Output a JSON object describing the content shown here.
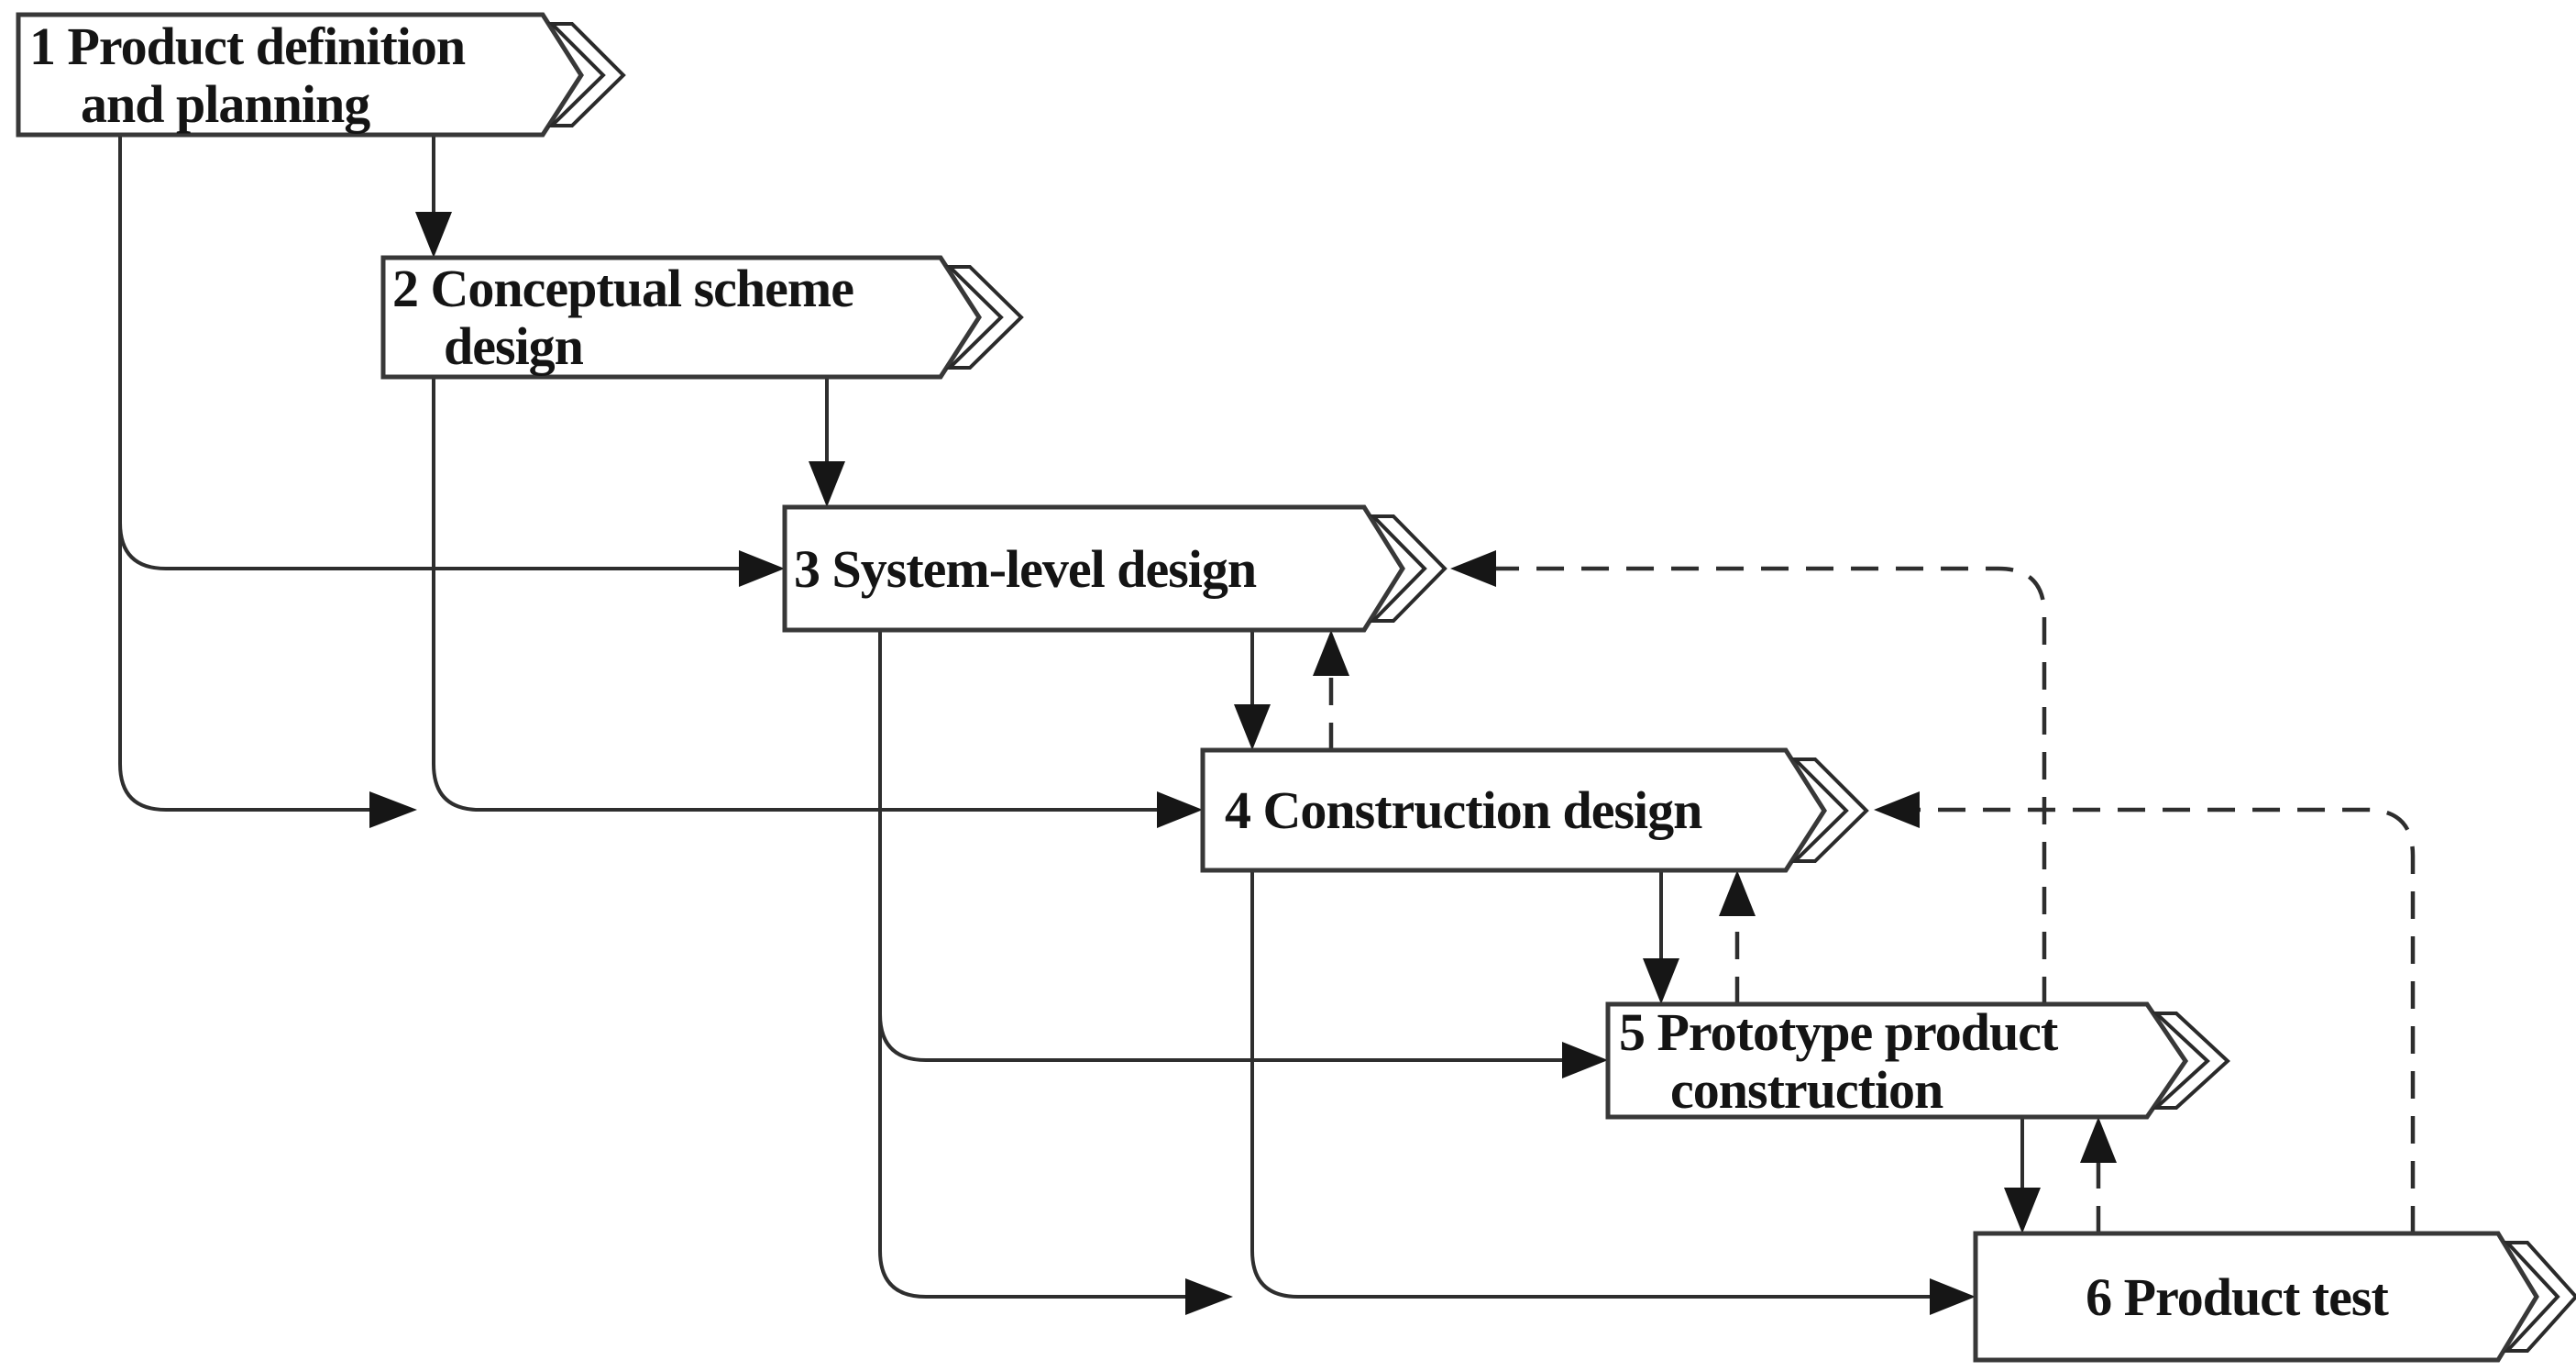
{
  "diagram_type": "process-flowchart",
  "background": "#ffffff",
  "colors": {
    "line": "#2e2e2e",
    "arrow_fill": "#161616",
    "box_border": "#383838",
    "box_fill": "#ffffff",
    "text": "#141414"
  },
  "nodes": [
    {
      "id": "1",
      "line1": "1 Product definition",
      "line2": "and planning"
    },
    {
      "id": "2",
      "line1": "2 Conceptual scheme",
      "line2": "design"
    },
    {
      "id": "3",
      "line1": "3 System-level design",
      "line2": ""
    },
    {
      "id": "4",
      "line1": "4 Construction design",
      "line2": ""
    },
    {
      "id": "5",
      "line1": "5 Prototype product",
      "line2": "construction"
    },
    {
      "id": "6",
      "line1": "6 Product test",
      "line2": ""
    }
  ],
  "edges": [
    {
      "from": "1",
      "to": "2",
      "style": "solid"
    },
    {
      "from": "2",
      "to": "3",
      "style": "solid"
    },
    {
      "from": "3",
      "to": "4",
      "style": "solid"
    },
    {
      "from": "4",
      "to": "5",
      "style": "solid"
    },
    {
      "from": "5",
      "to": "6",
      "style": "solid"
    },
    {
      "from": "1",
      "to": "3",
      "style": "solid",
      "route": "left-bus"
    },
    {
      "from": "1",
      "to": "4",
      "style": "solid",
      "route": "left-bus, merges into 2-to-4 line"
    },
    {
      "from": "2",
      "to": "4",
      "style": "solid",
      "route": "left-bus"
    },
    {
      "from": "3",
      "to": "5",
      "style": "solid",
      "route": "left-bus"
    },
    {
      "from": "3",
      "to": "6",
      "style": "solid",
      "route": "left-bus, merges into 4-to-6 line"
    },
    {
      "from": "4",
      "to": "6",
      "style": "solid",
      "route": "left-bus"
    },
    {
      "from": "4",
      "to": "3",
      "style": "dashed-feedback",
      "route": "short-vertical"
    },
    {
      "from": "5",
      "to": "4",
      "style": "dashed-feedback",
      "route": "short-vertical"
    },
    {
      "from": "6",
      "to": "5",
      "style": "dashed-feedback",
      "route": "short-vertical"
    },
    {
      "from": "5",
      "to": "3",
      "style": "dashed-feedback",
      "route": "right-side loop"
    },
    {
      "from": "6",
      "to": "4",
      "style": "dashed-feedback",
      "route": "right-side loop"
    }
  ]
}
